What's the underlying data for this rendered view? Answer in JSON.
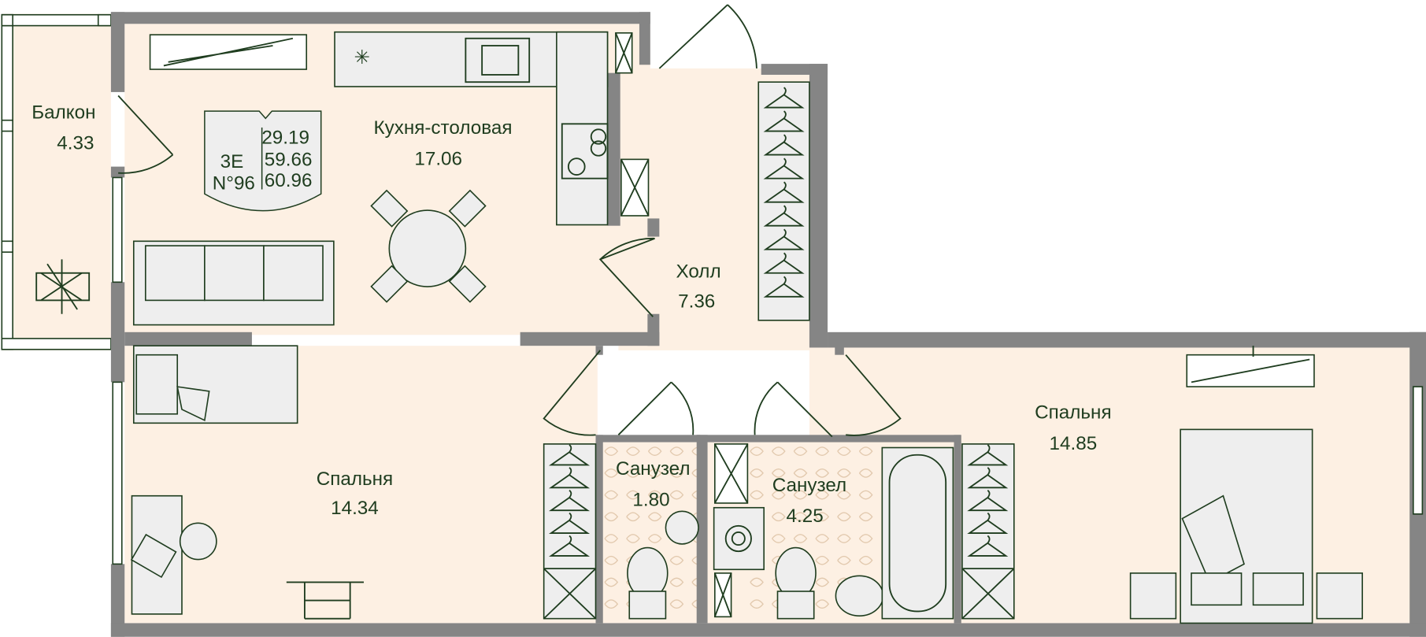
{
  "apartment": {
    "type": "3E",
    "number": "N°96",
    "areas": [
      "29.19",
      "59.66",
      "60.96"
    ]
  },
  "rooms": [
    {
      "name": "Балкон",
      "area": "4.33"
    },
    {
      "name": "Кухня-столовая",
      "area": "17.06"
    },
    {
      "name": "Холл",
      "area": "7.36"
    },
    {
      "name": "Спальня",
      "area": "14.34"
    },
    {
      "name": "Санузел",
      "area": "1.80"
    },
    {
      "name": "Санузел",
      "area": "4.25"
    },
    {
      "name": "Спальня",
      "area": "14.85"
    }
  ],
  "colors": {
    "wall": "#858585",
    "floor": "#fdf0e3",
    "ink": "#1f3d1f",
    "badge": "#eeeeee"
  }
}
